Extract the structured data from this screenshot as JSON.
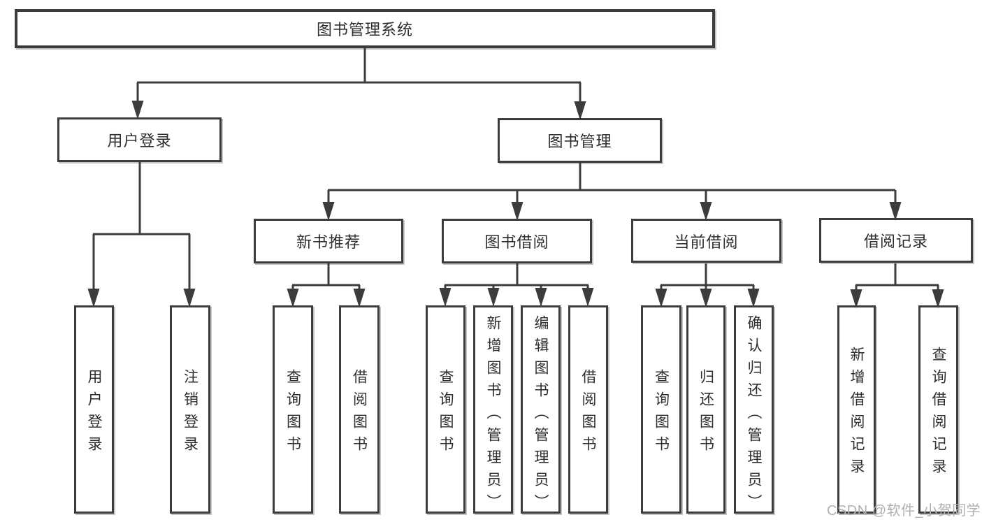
{
  "tree": {
    "label": "图书管理系统",
    "children": [
      {
        "label": "用户登录",
        "children": [
          {
            "label": "用户登录"
          },
          {
            "label": "注销登录"
          }
        ]
      },
      {
        "label": "图书管理",
        "children": [
          {
            "label": "新书推荐",
            "children": [
              {
                "label": "查询图书"
              },
              {
                "label": "借阅图书"
              }
            ]
          },
          {
            "label": "图书借阅",
            "children": [
              {
                "label": "查询图书"
              },
              {
                "label": "新增图书（管理员）"
              },
              {
                "label": "编辑图书（管理员）"
              },
              {
                "label": "借阅图书"
              }
            ]
          },
          {
            "label": "当前借阅",
            "children": [
              {
                "label": "查询图书"
              },
              {
                "label": "归还图书"
              },
              {
                "label": "确认归还（管理员）"
              }
            ]
          },
          {
            "label": "借阅记录",
            "children": [
              {
                "label": "新增借阅记录"
              },
              {
                "label": "查询借阅记录"
              }
            ]
          }
        ]
      }
    ]
  },
  "watermark": {
    "text": "CSDN @软件_小贺同学"
  },
  "colors": {
    "line": "#3c3c3c",
    "box_border": "#3c3c3c",
    "text": "#2d2d2d",
    "background": "#ffffff",
    "watermark": "#b3afb1"
  }
}
